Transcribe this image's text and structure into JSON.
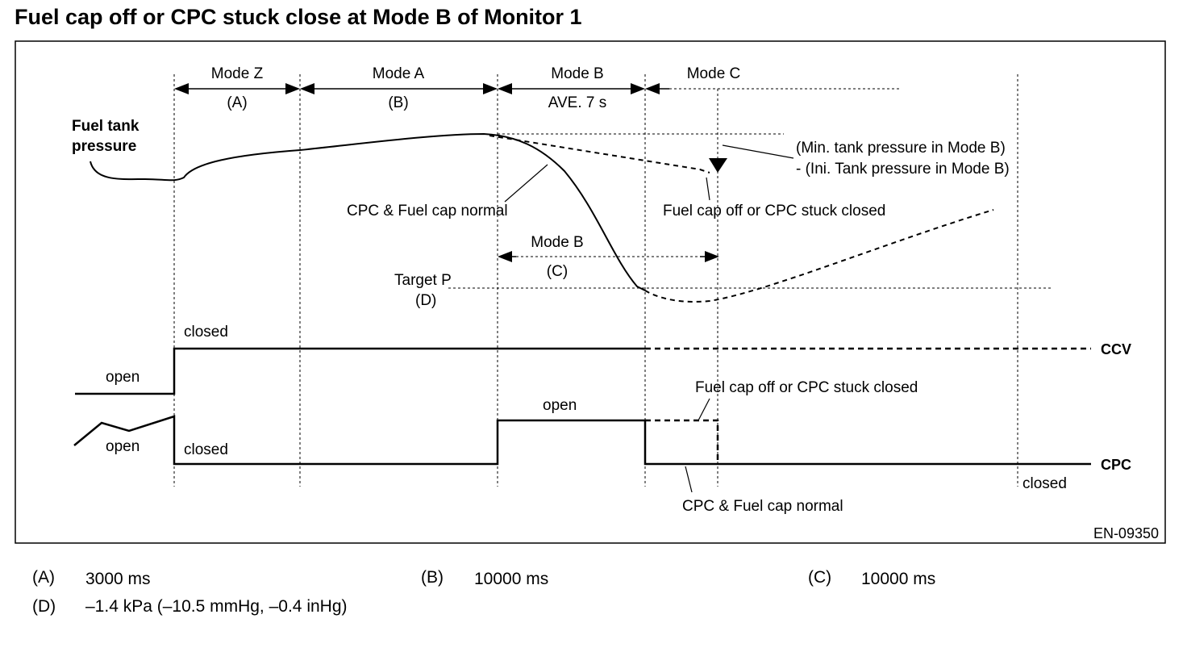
{
  "title": "Fuel cap off or CPC stuck close at Mode B of Monitor 1",
  "diagram": {
    "modes": {
      "mode_z": "Mode Z",
      "mode_a": "Mode A",
      "mode_b": "Mode B",
      "mode_c": "Mode C",
      "mode_b_lower": "Mode B"
    },
    "durations": {
      "a": "(A)",
      "b": "(B)",
      "ave": "AVE. 7 s",
      "c": "(C)",
      "d": "(D)"
    },
    "labels": {
      "fuel_tank_pressure_1": "Fuel tank",
      "fuel_tank_pressure_2": "pressure",
      "min_tank_pressure": "(Min. tank pressure in Mode B)",
      "ini_tank_pressure": "- (Ini. Tank pressure in Mode B)",
      "cpc_fuel_cap_normal": "CPC & Fuel cap normal",
      "fuel_cap_off_stuck": "Fuel cap off or CPC stuck closed",
      "target_p": "Target P",
      "closed_ccv": "closed",
      "open_ccv": "open",
      "ccv": "CCV",
      "fuel_cap_off_stuck_cpc": "Fuel cap off or CPC stuck closed",
      "open_cpc_modeb": "open",
      "open_cpc_left": "open",
      "closed_cpc_left": "closed",
      "cpc": "CPC",
      "closed_cpc_right": "closed",
      "cpc_fuel_cap_normal_bottom": "CPC & Fuel cap normal",
      "figure_code": "EN-09350"
    }
  },
  "legend": [
    {
      "key": "(A)",
      "value": "3000 ms"
    },
    {
      "key": "(B)",
      "value": "10000 ms"
    },
    {
      "key": "(C)",
      "value": "10000 ms"
    },
    {
      "key": "(D)",
      "value": "–1.4 kPa (–10.5 mmHg, –0.4 inHg)"
    }
  ]
}
